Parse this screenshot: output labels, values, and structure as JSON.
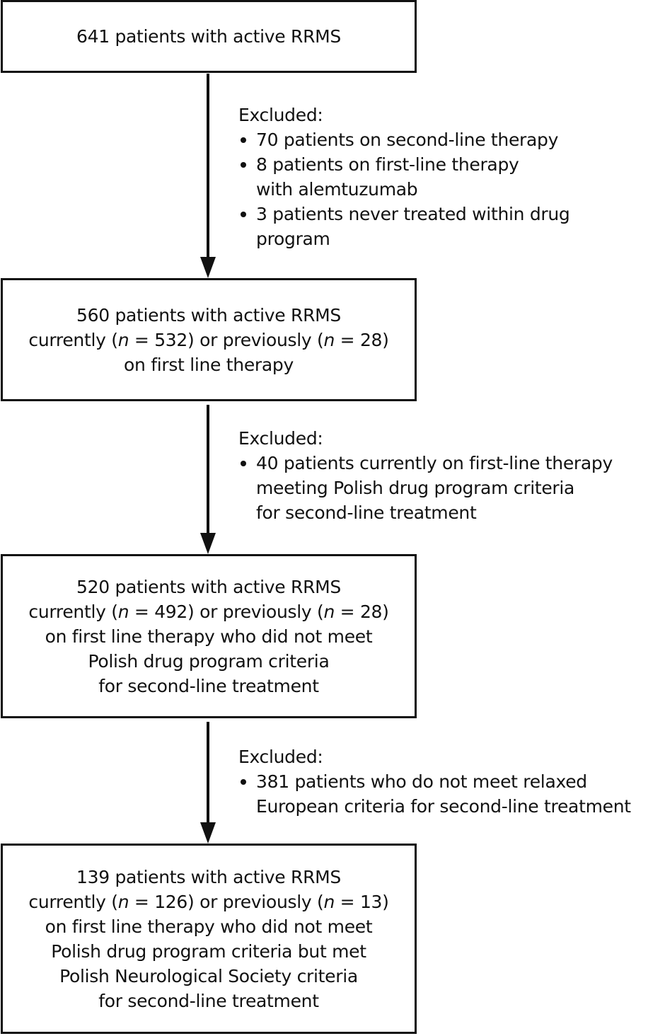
{
  "boxes": [
    {
      "lines": [
        [
          {
            "t": "641 patients with active RRMS"
          }
        ]
      ]
    },
    {
      "lines": [
        [
          {
            "t": "560 patients with active RRMS"
          }
        ],
        [
          {
            "t": "currently ("
          },
          {
            "t": "n",
            "i": true
          },
          {
            "t": " = 532) or previously ("
          },
          {
            "t": "n",
            "i": true
          },
          {
            "t": " = 28)"
          }
        ],
        [
          {
            "t": "on first line therapy"
          }
        ]
      ]
    },
    {
      "lines": [
        [
          {
            "t": "520 patients with active RRMS"
          }
        ],
        [
          {
            "t": "currently ("
          },
          {
            "t": "n",
            "i": true
          },
          {
            "t": " = 492) or previously ("
          },
          {
            "t": "n",
            "i": true
          },
          {
            "t": " = 28)"
          }
        ],
        [
          {
            "t": "on first line therapy who did not meet"
          }
        ],
        [
          {
            "t": "Polish drug program criteria"
          }
        ],
        [
          {
            "t": "for second-line treatment"
          }
        ]
      ]
    },
    {
      "lines": [
        [
          {
            "t": "139 patients with active RRMS"
          }
        ],
        [
          {
            "t": "currently ("
          },
          {
            "t": "n",
            "i": true
          },
          {
            "t": " = 126) or previously ("
          },
          {
            "t": "n",
            "i": true
          },
          {
            "t": " = 13)"
          }
        ],
        [
          {
            "t": "on first line therapy who did not meet"
          }
        ],
        [
          {
            "t": "Polish drug program criteria but met"
          }
        ],
        [
          {
            "t": "Polish Neurological Society criteria"
          }
        ],
        [
          {
            "t": "for second-line treatment"
          }
        ]
      ]
    }
  ],
  "exclusions": [
    {
      "title": "Excluded:",
      "items": [
        "70 patients on second-line therapy",
        "8 patients on first-line therapy\nwith alemtuzumab",
        "3 patients never treated within drug\nprogram"
      ]
    },
    {
      "title": "Excluded:",
      "items": [
        "40 patients currently on first-line therapy\nmeeting Polish drug program criteria\nfor second-line treatment"
      ]
    },
    {
      "title": "Excluded:",
      "items": [
        "381 patients who do not meet relaxed\nEuropean criteria for second-line treatment"
      ]
    }
  ]
}
